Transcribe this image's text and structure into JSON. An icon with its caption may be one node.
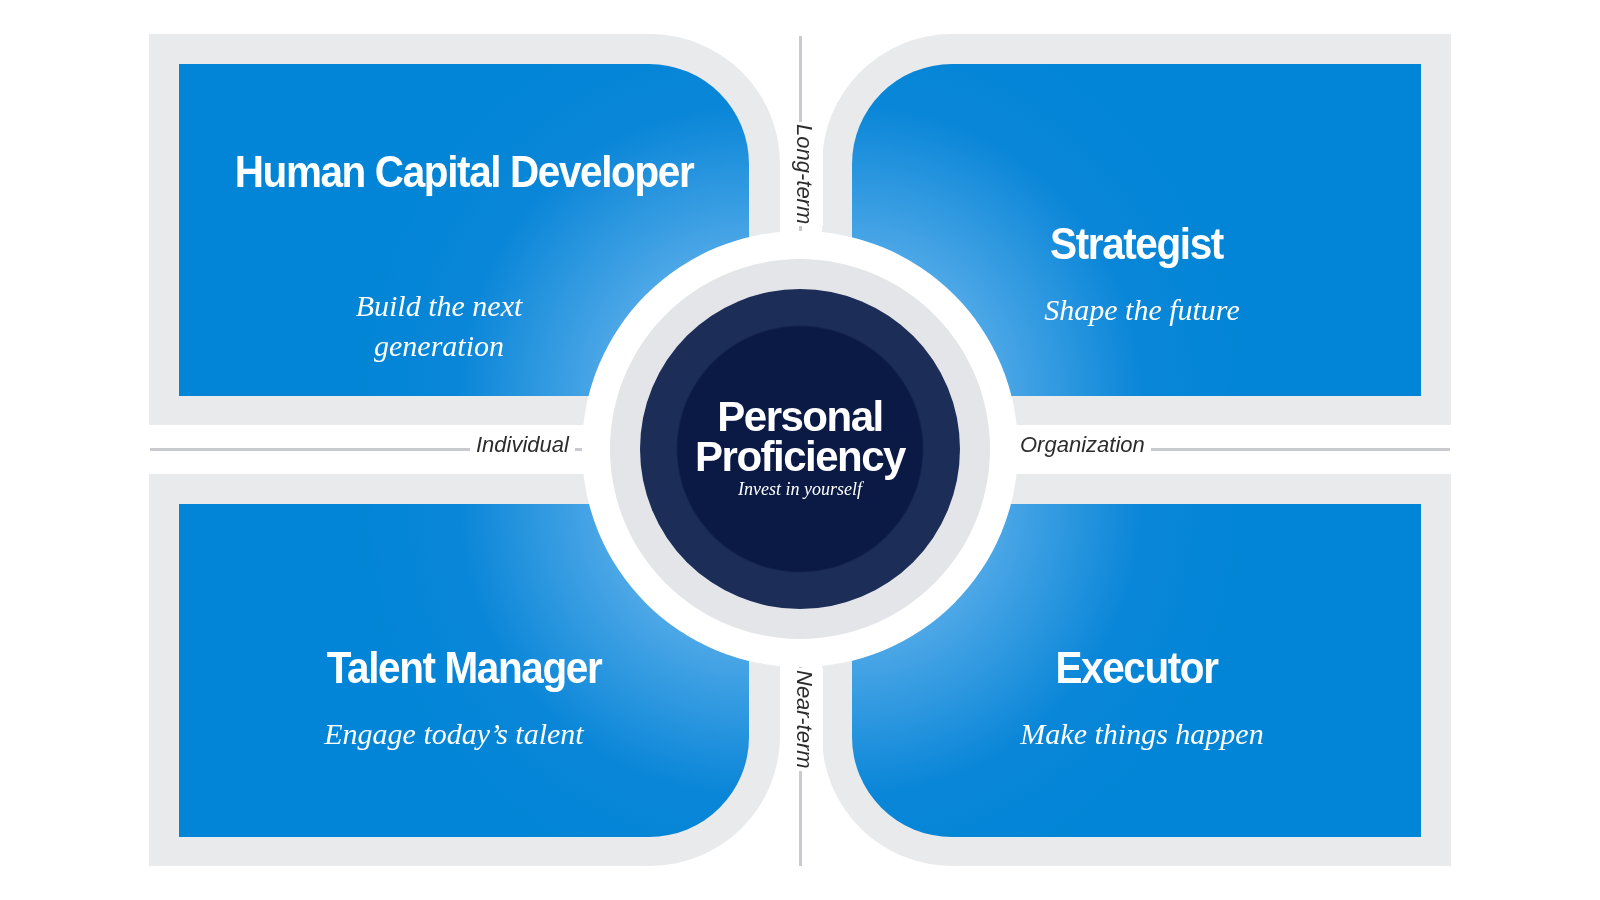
{
  "diagram": {
    "nodes": [
      {
        "text": [
          "Human Capital Developer",
          "Build the next generation"
        ]
      },
      {
        "text": [
          "Strategist",
          "Shape the future"
        ]
      },
      {
        "text": [
          "Personal Proficiency",
          "Invest in yourself"
        ]
      },
      {
        "text": [
          "Talent Manager",
          "Engage today’s talent"
        ]
      },
      {
        "text": [
          "Executor",
          "Make things happen"
        ]
      }
    ],
    "labels": [
      "Long-term",
      "Individual",
      "Organization",
      "Near-term"
    ]
  }
}
